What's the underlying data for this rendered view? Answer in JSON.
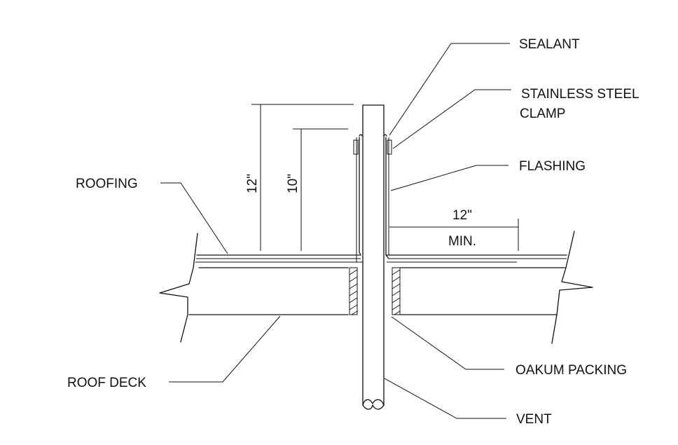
{
  "labels": {
    "sealant": "SEALANT",
    "clamp_line1": "STAINLESS STEEL",
    "clamp_line2": "CLAMP",
    "flashing": "FLASHING",
    "roofing": "ROOFING",
    "roof_deck": "ROOF DECK",
    "oakum_packing": "OAKUM PACKING",
    "vent": "VENT"
  },
  "dimensions": {
    "height_12": "12\"",
    "height_10": "10\"",
    "width_12": "12\"",
    "width_min": "MIN."
  },
  "colors": {
    "line": "#111111",
    "background": "#ffffff"
  }
}
